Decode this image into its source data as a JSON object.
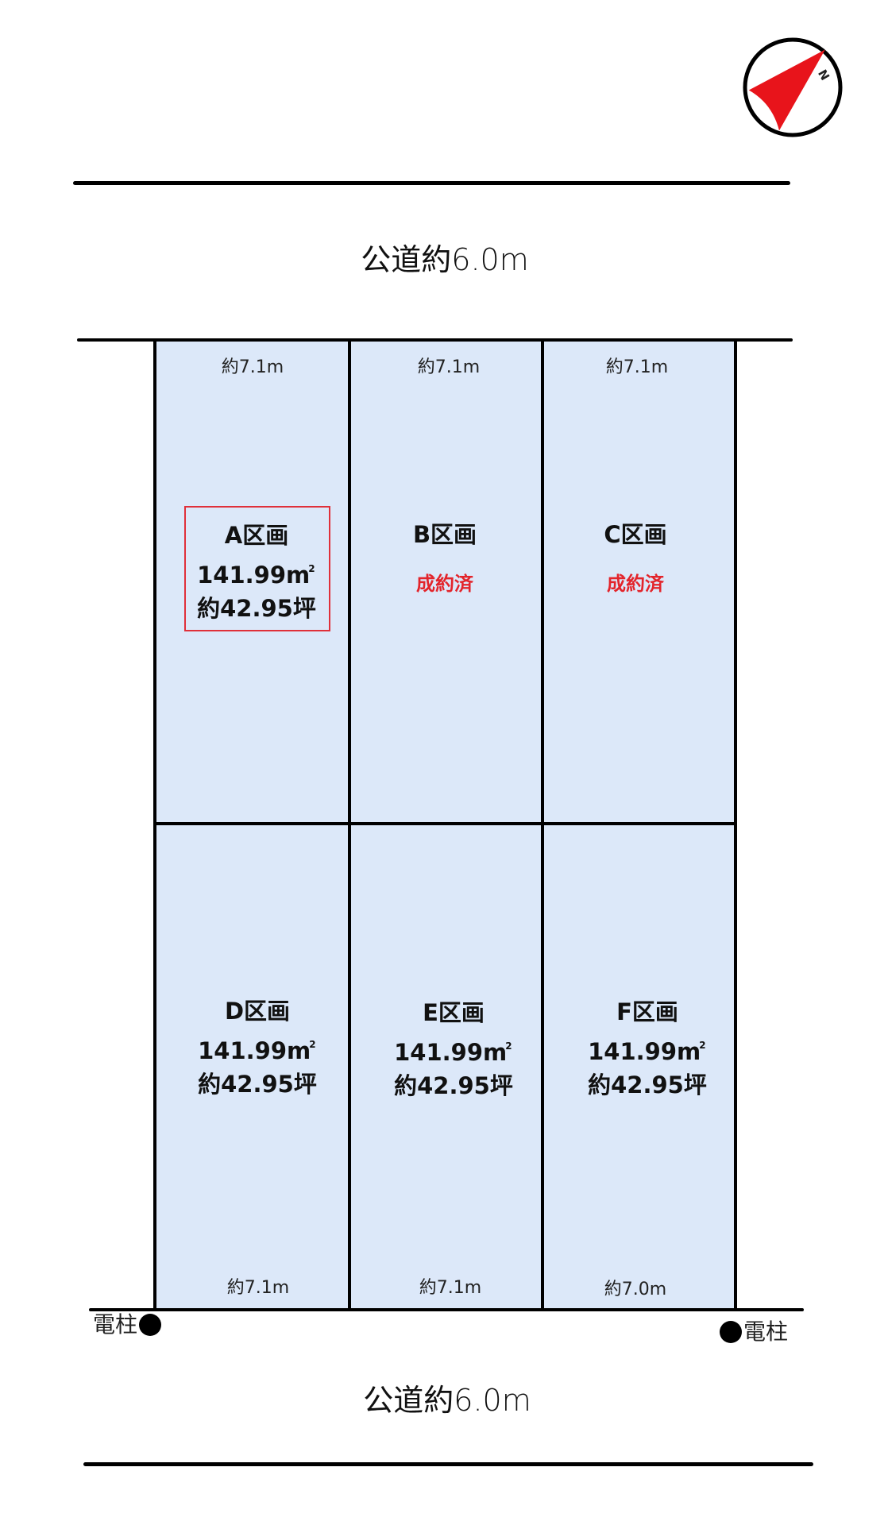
{
  "compass": {
    "icon": "north-arrow-icon",
    "label": "N",
    "arrow_color": "#e8141b"
  },
  "roads": {
    "north": {
      "label": "公道約6.0m"
    },
    "south": {
      "label": "公道約6.0m"
    }
  },
  "frontage_top": [
    "約7.1m",
    "約7.1m",
    "約7.1m"
  ],
  "frontage_bottom": [
    "約7.1m",
    "約7.1m",
    "約7.0m"
  ],
  "lots": [
    {
      "id": "A",
      "name": "A区画",
      "area_sqm": "141.99",
      "area_unit": "m",
      "area_tsubo": "約42.95坪",
      "status": "",
      "highlighted": true
    },
    {
      "id": "B",
      "name": "B区画",
      "status": "成約済"
    },
    {
      "id": "C",
      "name": "C区画",
      "status": "成約済"
    },
    {
      "id": "D",
      "name": "D区画",
      "area_sqm": "141.99",
      "area_unit": "m",
      "area_tsubo": "約42.95坪",
      "status": ""
    },
    {
      "id": "E",
      "name": "E区画",
      "area_sqm": "141.99",
      "area_unit": "m",
      "area_tsubo": "約42.95坪",
      "status": ""
    },
    {
      "id": "F",
      "name": "F区画",
      "area_sqm": "141.99",
      "area_unit": "m",
      "area_tsubo": "約42.95坪",
      "status": ""
    }
  ],
  "sqm_superscript": "2",
  "utility_poles": [
    {
      "position": "bottom-left",
      "label": "電柱"
    },
    {
      "position": "bottom-right",
      "label": "電柱"
    }
  ],
  "colors": {
    "lot_fill": "#dce8f9",
    "sold_text": "#e3242b",
    "highlight_border": "#e0303a"
  }
}
